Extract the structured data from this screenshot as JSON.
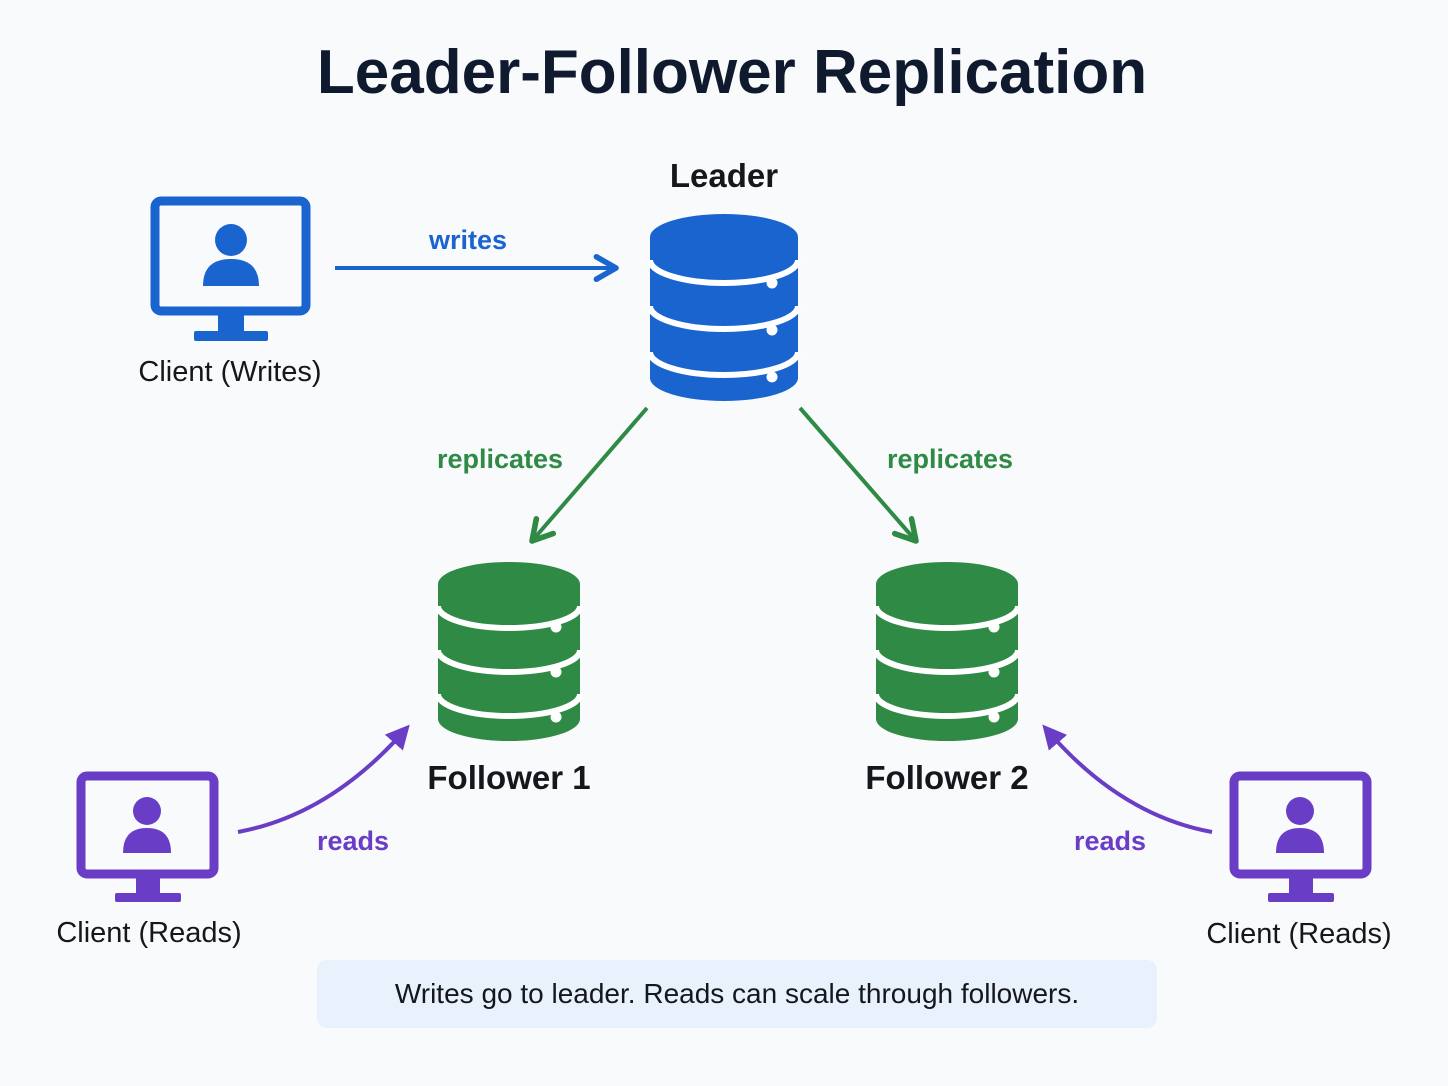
{
  "title": "Leader-Follower Replication",
  "nodes": {
    "client_writes": {
      "label": "Client (Writes)",
      "icon": "monitor-user-icon",
      "color": "#1a64d0"
    },
    "leader": {
      "label": "Leader",
      "icon": "database-icon",
      "color": "#1a64d0"
    },
    "follower_1": {
      "label": "Follower 1",
      "icon": "database-icon",
      "color": "#2f8a45"
    },
    "follower_2": {
      "label": "Follower 2",
      "icon": "database-icon",
      "color": "#2f8a45"
    },
    "client_reads_left": {
      "label": "Client (Reads)",
      "icon": "monitor-user-icon",
      "color": "#6a3dc6"
    },
    "client_reads_right": {
      "label": "Client (Reads)",
      "icon": "monitor-user-icon",
      "color": "#6a3dc6"
    }
  },
  "edges": {
    "writes": {
      "label": "writes",
      "color": "#1a64d0"
    },
    "replicates_left": {
      "label": "replicates",
      "color": "#2f8a45"
    },
    "replicates_right": {
      "label": "replicates",
      "color": "#2f8a45"
    },
    "reads_left": {
      "label": "reads",
      "color": "#6a3dc6"
    },
    "reads_right": {
      "label": "reads",
      "color": "#6a3dc6"
    }
  },
  "caption": "Writes go to leader. Reads can scale through followers."
}
